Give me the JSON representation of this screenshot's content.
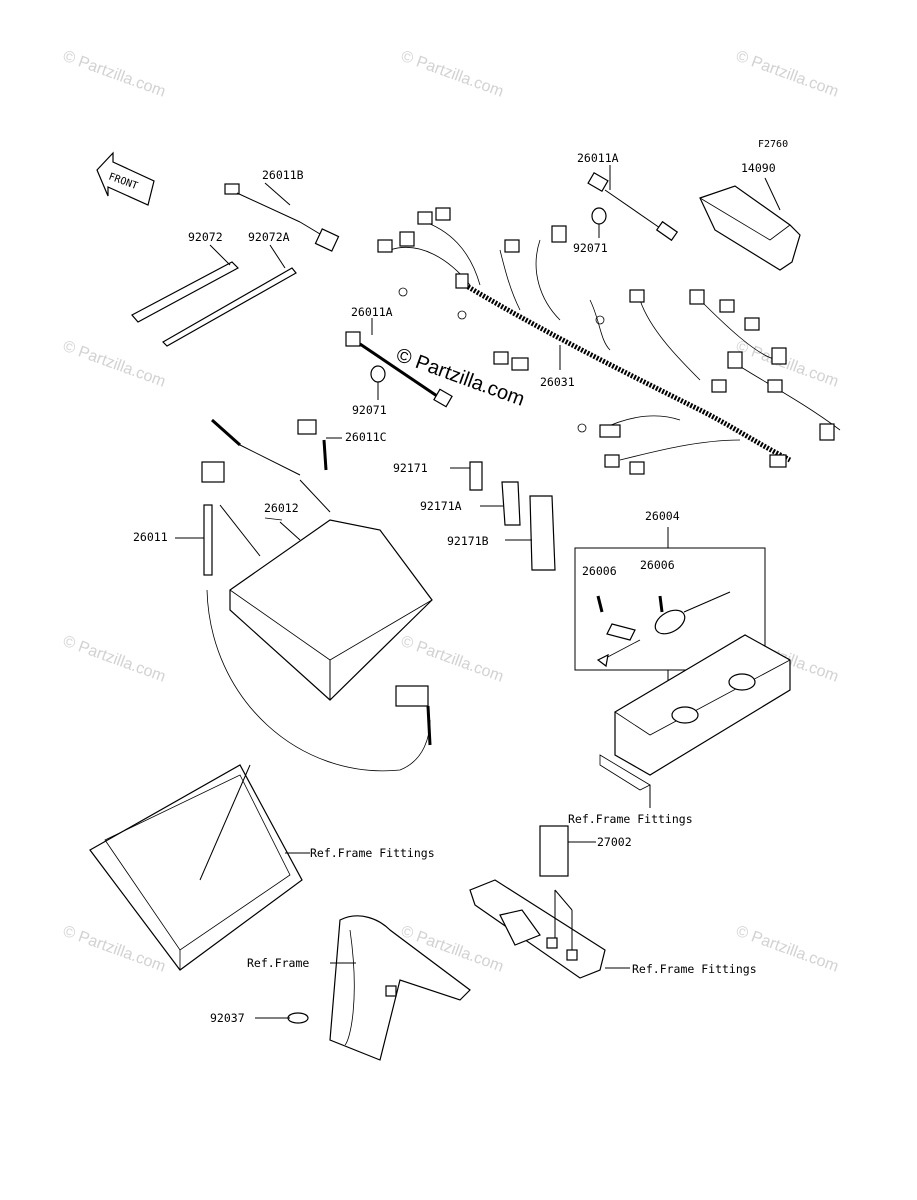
{
  "diagram_code": "F2760",
  "front_label": "FRONT",
  "watermark_text": "© Partzilla.com",
  "center_watermark": "© Partzilla.com",
  "parts": {
    "p14090": "14090",
    "p26011A_top": "26011A",
    "p26011B": "26011B",
    "p92072": "92072",
    "p92072A": "92072A",
    "p92071_top": "92071",
    "p26011A_left": "26011A",
    "p26031": "26031",
    "p92071_left": "92071",
    "p26011C": "26011C",
    "p92171": "92171",
    "p92171A": "92171A",
    "p92171B": "92171B",
    "p26004": "26004",
    "p26006_a": "26006",
    "p26006_b": "26006",
    "p26011": "26011",
    "p26012": "26012",
    "p27002": "27002",
    "p92037": "92037"
  },
  "refs": {
    "frame_fittings_right": "Ref.Frame Fittings",
    "frame_fittings_box": "Ref.Frame Fittings",
    "frame_fittings_relay": "Ref.Frame Fittings",
    "frame": "Ref.Frame"
  },
  "colors": {
    "line": "#000000",
    "watermark": "#d2d2d2",
    "background": "#ffffff"
  }
}
